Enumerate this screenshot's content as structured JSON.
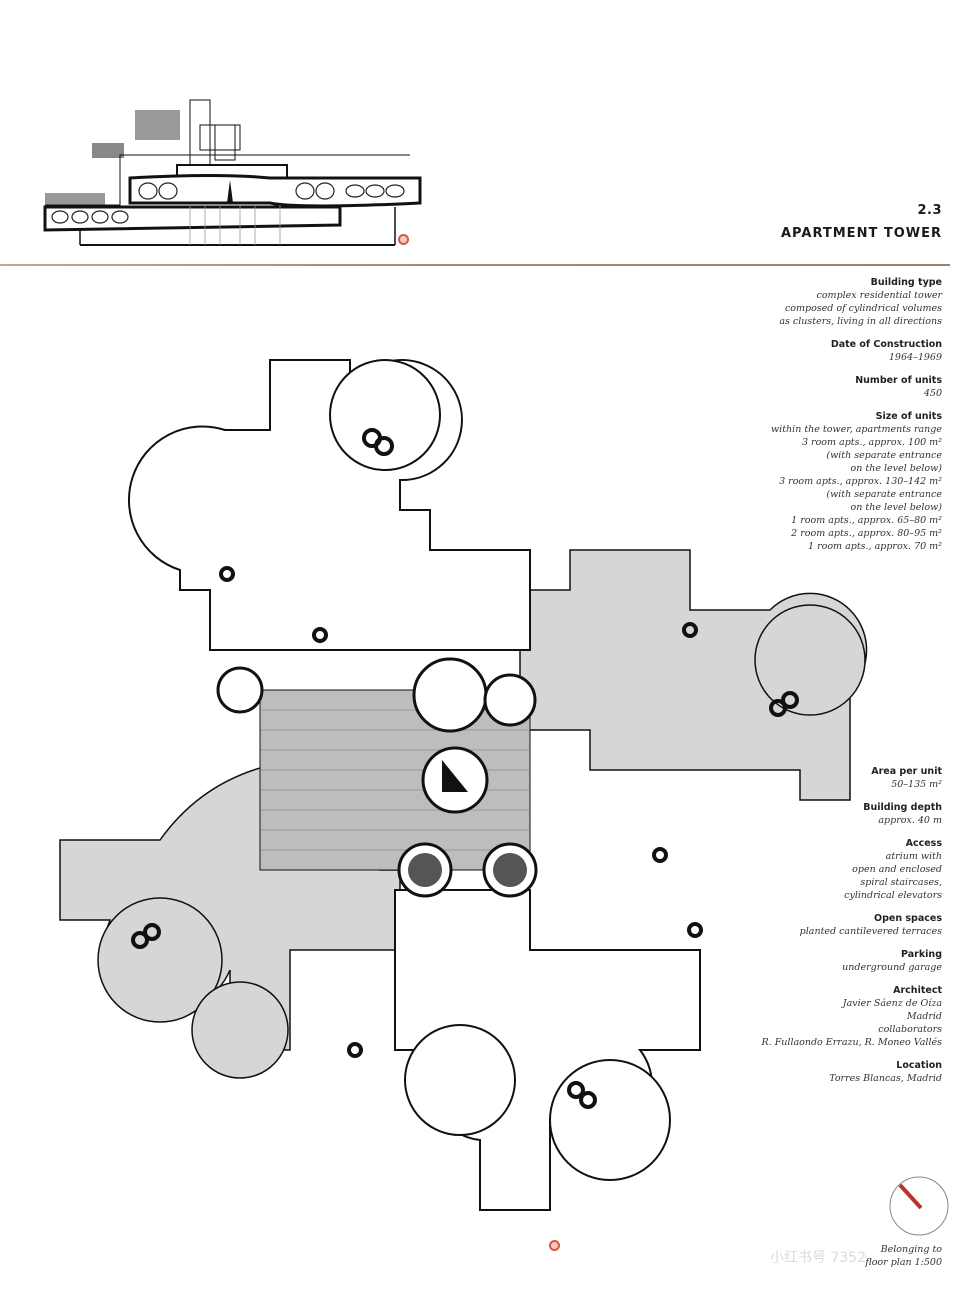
{
  "header": {
    "section_number": "2.3",
    "section_title": "APARTMENT TOWER"
  },
  "sidebar_top": [
    {
      "heading": "Building type",
      "lines": [
        "complex residential tower",
        "composed of cylindrical volumes",
        "as clusters, living in all directions"
      ]
    },
    {
      "heading": "Date of Construction",
      "lines": [
        "1964–1969"
      ]
    },
    {
      "heading": "Number of units",
      "lines": [
        "450"
      ]
    },
    {
      "heading": "Size of units",
      "lines": [
        "within the tower, apartments range",
        "3 room apts., approx. 100 m²",
        "(with separate entrance",
        "on the level below)",
        "3 room apts., approx. 130–142 m²",
        "(with separate entrance",
        "on the level below)",
        "1 room apts., approx. 65–80 m²",
        "2 room apts., approx. 80–95 m²",
        "1 room apts., approx. 70 m²"
      ]
    }
  ],
  "sidebar_bottom": [
    {
      "heading": "Area per unit",
      "lines": [
        "50–135 m²"
      ]
    },
    {
      "heading": "Building depth",
      "lines": [
        "approx. 40 m"
      ]
    },
    {
      "heading": "Access",
      "lines": [
        "atrium with",
        "open and enclosed",
        "spiral staircases,",
        "cylindrical elevators"
      ]
    },
    {
      "heading": "Open spaces",
      "lines": [
        "planted cantilevered terraces"
      ]
    },
    {
      "heading": "Parking",
      "lines": [
        "underground garage"
      ]
    },
    {
      "heading": "Architect",
      "lines": [
        "Javier Sáenz de Oíza",
        "Madrid",
        "collaborators",
        "R. Fullaondo Errazu, R. Moneo Vallés"
      ]
    },
    {
      "heading": "Location",
      "lines": [
        "Torres Blancas, Madrid"
      ]
    }
  ],
  "compass": {
    "caption_lines": [
      "Belonging to",
      "floor plan 1:500"
    ],
    "accent": "#b5352a"
  },
  "watermark": "小红书号 7352",
  "colors": {
    "rule": "#b08a70",
    "marker": "#d35a4a",
    "plan_fill": "#d4d4d4",
    "plan_stroke": "#111111"
  }
}
